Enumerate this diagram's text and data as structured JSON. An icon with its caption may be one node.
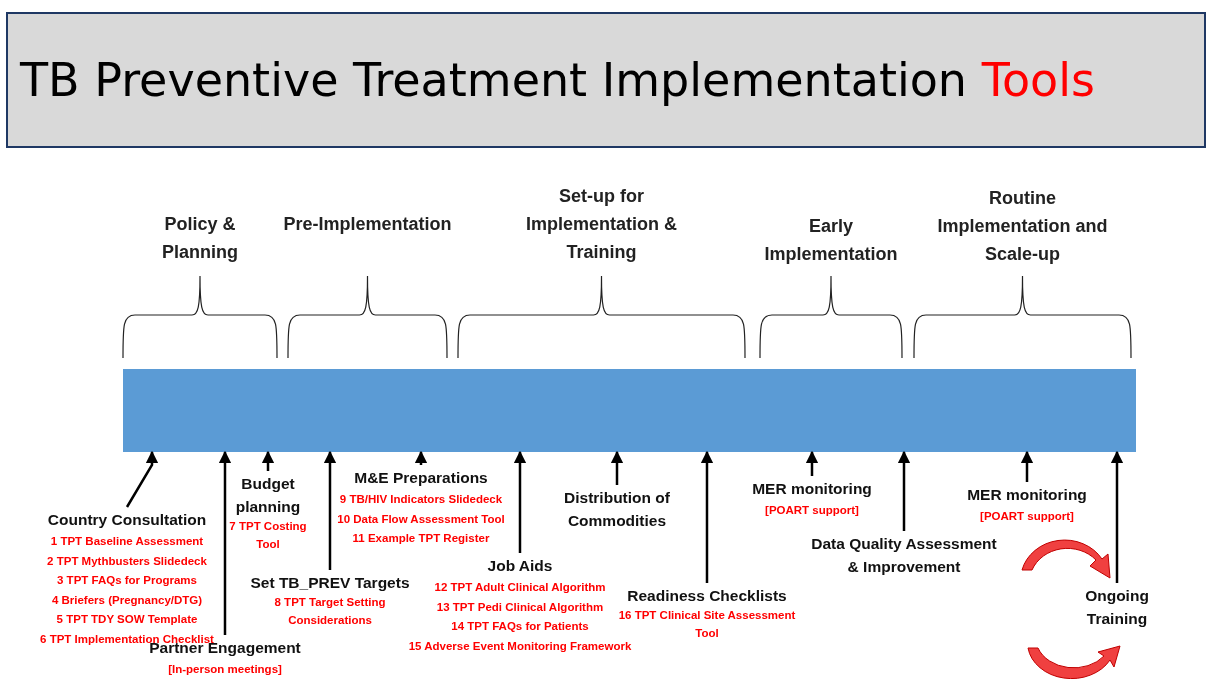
{
  "diagram": {
    "title": "TB Preventive Treatment Implementation Tools",
    "nodes": [
      {
        "text": [],
        "shape": "bar"
      },
      {
        "text": [
          "Country Consultation",
          "1 TPT Baseline Assessment",
          "2 TPT Mythbusters Slidedeck",
          "3 TPT FAQs for Programs",
          "4 Briefers (Pregnancy/DTG)",
          "5 TPT TDY SOW Template",
          "6 TPT Implementation Checklist"
        ]
      },
      {
        "text": [
          "Partner Engagement",
          "[In-person meetings]"
        ]
      },
      {
        "text": [
          "Budget planning",
          "7 TPT Costing Tool"
        ]
      },
      {
        "text": [
          "Set TB_PREV Targets",
          "8 TPT Target Setting Considerations"
        ]
      },
      {
        "text": [
          "M&E Preparations",
          "9 TB/HIV Indicators Slidedeck",
          "10 Data Flow Assessment Tool",
          "11 Example TPT Register"
        ]
      },
      {
        "text": [
          "Job Aids",
          "12 TPT Adult Clinical Algorithm",
          "13 TPT Pedi Clinical Algorithm",
          "14 TPT FAQs for Patients",
          "15 Adverse Event Monitoring Framework"
        ]
      },
      {
        "text": [
          "Distribution of Commodities"
        ]
      },
      {
        "text": [
          "Readiness Checklists",
          "16 TPT Clinical Site Assessment Tool"
        ]
      },
      {
        "text": [
          "MER monitoring",
          "[POART support]"
        ]
      },
      {
        "text": [
          "Data Quality Assessment & Improvement"
        ]
      },
      {
        "text": [
          "MER monitoring",
          "[POART support]"
        ]
      },
      {
        "text": [
          "Ongoing Training"
        ]
      }
    ],
    "edges": [
      {
        "from": 1,
        "to": 0,
        "arrow": "to"
      },
      {
        "from": 2,
        "to": 0,
        "arrow": "to"
      },
      {
        "from": 3,
        "to": 0,
        "arrow": "to"
      },
      {
        "from": 4,
        "to": 0,
        "arrow": "to"
      },
      {
        "from": 5,
        "to": 0,
        "arrow": "to"
      },
      {
        "from": 6,
        "to": 0,
        "arrow": "to"
      },
      {
        "from": 7,
        "to": 0,
        "arrow": "to"
      },
      {
        "from": 8,
        "to": 0,
        "arrow": "to"
      },
      {
        "from": 9,
        "to": 0,
        "arrow": "to"
      },
      {
        "from": 10,
        "to": 0,
        "arrow": "to"
      },
      {
        "from": 11,
        "to": 0,
        "arrow": "to"
      },
      {
        "from": 12,
        "to": 0,
        "arrow": "to"
      }
    ],
    "labels": [
      "Policy & Planning",
      "Pre-Implementation",
      "Set-up for Implementation & Training",
      "Early Implementation",
      "Routine Implementation and Scale-up"
    ]
  }
}
